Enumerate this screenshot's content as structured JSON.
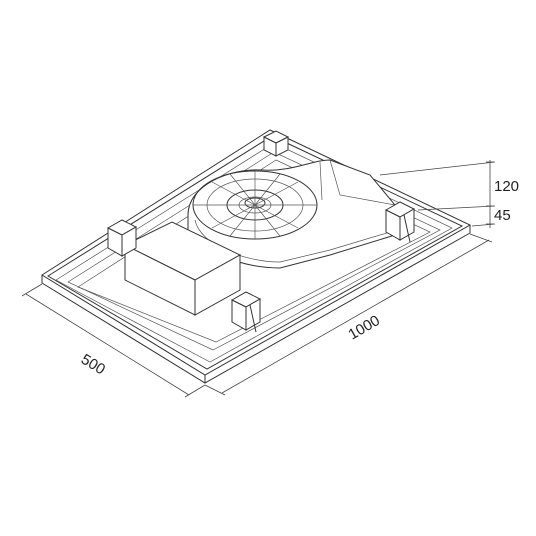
{
  "dimensions": {
    "length": "1000",
    "width": "500",
    "top_height": "120",
    "bottom_height": "45"
  },
  "colors": {
    "line": "#333333",
    "background": "#ffffff"
  }
}
